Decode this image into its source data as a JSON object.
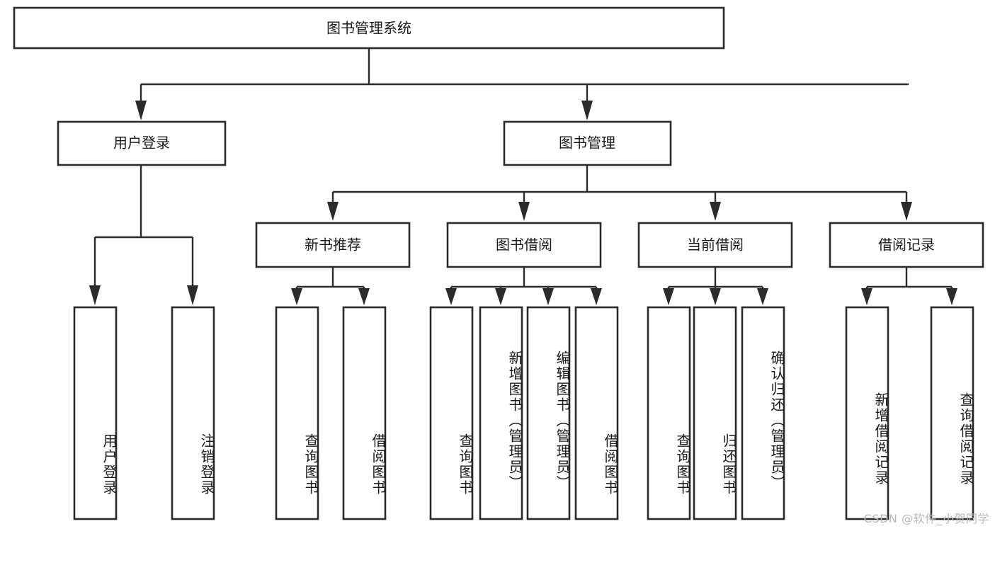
{
  "diagram": {
    "title": "图书管理系统",
    "watermark": "CSDN @软件_小贺同学",
    "colors": {
      "stroke": "#2b2b2b",
      "fill": "#ffffff",
      "text": "#1a1a1a",
      "watermark": "#b9b9b9",
      "background": "#ffffff"
    },
    "root": {
      "id": "root",
      "label": "图书管理系统"
    },
    "level2": [
      {
        "id": "user-login",
        "label": "用户登录"
      },
      {
        "id": "book-manage",
        "label": "图书管理"
      }
    ],
    "level3": [
      {
        "id": "new-book-rec",
        "label": "新书推荐",
        "parent": "book-manage"
      },
      {
        "id": "book-borrow",
        "label": "图书借阅",
        "parent": "book-manage"
      },
      {
        "id": "current-borrow",
        "label": "当前借阅",
        "parent": "book-manage"
      },
      {
        "id": "borrow-record",
        "label": "借阅记录",
        "parent": "book-manage"
      }
    ],
    "leaves": [
      {
        "id": "leaf-user-login",
        "label": "用户登录",
        "parent": "user-login"
      },
      {
        "id": "leaf-logout-login",
        "label": "注销登录",
        "parent": "user-login"
      },
      {
        "id": "leaf-query-book-1",
        "label": "查询图书",
        "parent": "new-book-rec"
      },
      {
        "id": "leaf-borrow-book-1",
        "label": "借阅图书",
        "parent": "new-book-rec"
      },
      {
        "id": "leaf-query-book-2",
        "label": "查询图书",
        "parent": "book-borrow"
      },
      {
        "id": "leaf-add-book",
        "label": "新增图书（管理员）",
        "parent": "book-borrow"
      },
      {
        "id": "leaf-edit-book",
        "label": "编辑图书（管理员）",
        "parent": "book-borrow"
      },
      {
        "id": "leaf-borrow-book-2",
        "label": "借阅图书",
        "parent": "book-borrow"
      },
      {
        "id": "leaf-query-book-3",
        "label": "查询图书",
        "parent": "current-borrow"
      },
      {
        "id": "leaf-return-book",
        "label": "归还图书",
        "parent": "current-borrow"
      },
      {
        "id": "leaf-confirm-return",
        "label": "确认归还（管理员）",
        "parent": "current-borrow"
      },
      {
        "id": "leaf-add-record",
        "label": "新增借阅记录",
        "parent": "borrow-record"
      },
      {
        "id": "leaf-query-record",
        "label": "查询借阅记录",
        "parent": "borrow-record"
      }
    ]
  }
}
